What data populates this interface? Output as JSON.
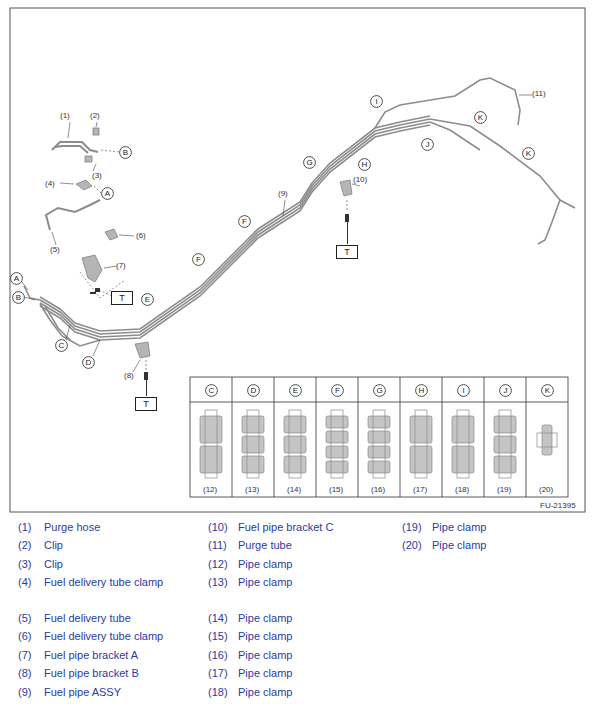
{
  "diagram": {
    "nodes": [
      {
        "text": [
          "B"
        ]
      },
      {
        "text": [
          "A"
        ]
      },
      {
        "text": [
          "A"
        ]
      },
      {
        "text": [
          "B"
        ]
      },
      {
        "text": [
          "T"
        ]
      },
      {
        "text": [
          "C"
        ]
      },
      {
        "text": [
          "D"
        ]
      },
      {
        "text": [
          "E"
        ]
      },
      {
        "text": [
          "F"
        ]
      },
      {
        "text": [
          "F"
        ]
      },
      {
        "text": [
          "G"
        ]
      },
      {
        "text": [
          "H"
        ]
      },
      {
        "text": [
          "I"
        ]
      },
      {
        "text": [
          "J"
        ]
      },
      {
        "text": [
          "K"
        ]
      },
      {
        "text": [
          "K"
        ]
      },
      {
        "text": [
          "T"
        ]
      },
      {
        "text": [
          "T"
        ]
      },
      {
        "text": [
          "C"
        ]
      },
      {
        "text": [
          "D"
        ]
      },
      {
        "text": [
          "E"
        ]
      },
      {
        "text": [
          "F"
        ]
      },
      {
        "text": [
          "G"
        ]
      },
      {
        "text": [
          "H"
        ]
      },
      {
        "text": [
          "I"
        ]
      },
      {
        "text": [
          "J"
        ]
      },
      {
        "text": [
          "K"
        ]
      }
    ],
    "labels": [
      "(1)",
      "(2)",
      "(3)",
      "(4)",
      "(5)",
      "(6)",
      "(7)",
      "(8)",
      "(9)",
      "(10)",
      "(11)",
      "(12)",
      "(13)",
      "(14)",
      "(15)",
      "(16)",
      "(17)",
      "(18)",
      "(19)",
      "(20)",
      "FU-21395",
      "(1)",
      "Purge hose",
      "(2)",
      "Clip",
      "(3)",
      "Clip",
      "(4)",
      "Fuel delivery tube clamp",
      "(5)",
      "Fuel delivery tube",
      "(6)",
      "Fuel delivery tube clamp",
      "(7)",
      "Fuel pipe bracket A",
      "(8)",
      "Fuel pipe bracket B",
      "(9)",
      "Fuel pipe ASSY",
      "(10)",
      "Fuel pipe bracket C",
      "(11)",
      "Purge tube",
      "(12)",
      "Pipe clamp",
      "(13)",
      "Pipe clamp",
      "(14)",
      "Pipe clamp",
      "(15)",
      "Pipe clamp",
      "(16)",
      "Pipe clamp",
      "(17)",
      "Pipe clamp",
      "(18)",
      "Pipe clamp",
      "(19)",
      "Pipe clamp",
      "(20)",
      "Pipe clamp"
    ]
  }
}
